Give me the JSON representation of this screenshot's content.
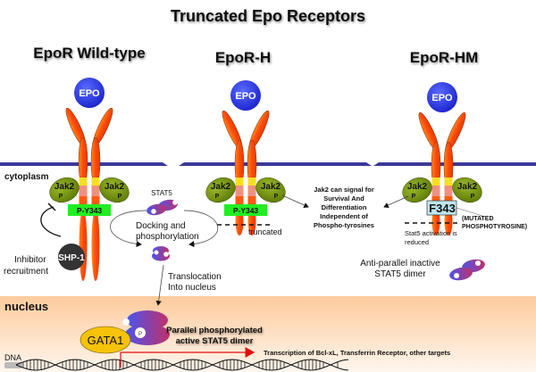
{
  "title": "Truncated Epo Receptors",
  "panels": [
    {
      "label": "EpoR Wild-type",
      "ligand": "EPO",
      "kinase_left": "Jak2",
      "kinase_right": "Jak2",
      "phospho": "P",
      "site": "P-Y343"
    },
    {
      "label": "EpoR-H",
      "ligand": "EPO",
      "kinase_left": "Jak2",
      "kinase_right": "Jak2",
      "phospho": "P",
      "site": "P-Y343",
      "truncation_label": "truncated"
    },
    {
      "label": "EpoR-HM",
      "ligand": "EPO",
      "kinase_left": "Jak2",
      "kinase_right": "Jak2",
      "phospho": "P",
      "site": "F343",
      "site_note_1": "(MUTATED",
      "site_note_2": "PHOSPHOTYROSINE)",
      "stat5_note_1": "Stat5 activation is",
      "stat5_note_2": "reduced"
    }
  ],
  "compartments": {
    "cytoplasm": "cytoplasm",
    "nucleus": "nucleus",
    "dna": "DNA"
  },
  "labels": {
    "stat5": "STAT5",
    "docking_1": "Docking and",
    "docking_2": "phosphorylation",
    "shp1": "SHP-1",
    "inhibitor_1": "Inhibitor",
    "inhibitor_2": "recruitment",
    "translocation_1": "Translocation",
    "translocation_2": "Into nucleus",
    "jak2_note": [
      "Jak2 can signal for",
      "Survival And",
      "Differentiation",
      "Independent of",
      "Phospho-tyrosines"
    ],
    "antiparallel_1": "Anti-parallel inactive",
    "antiparallel_2": "STAT5 dimer",
    "parallel_1": "Parallel phosphorylated",
    "parallel_2": "active STAT5 dimer",
    "gata1": "GATA1",
    "transcription": "Transcription of Bcl-xL, Transferrin Receptor, other targets",
    "p": "P"
  },
  "colors": {
    "receptor": "#ff5a10",
    "epo": "#2233ee",
    "jak2": "#7a9a10",
    "site_green": "#22ee22",
    "site_mutant": "#bfe6f0",
    "membrane": "#3a3a9a",
    "nucleus_bg": "#fcd2a8",
    "gata1": "#f7c20a",
    "shp1": "#333333",
    "arrow_red": "#e01010"
  }
}
